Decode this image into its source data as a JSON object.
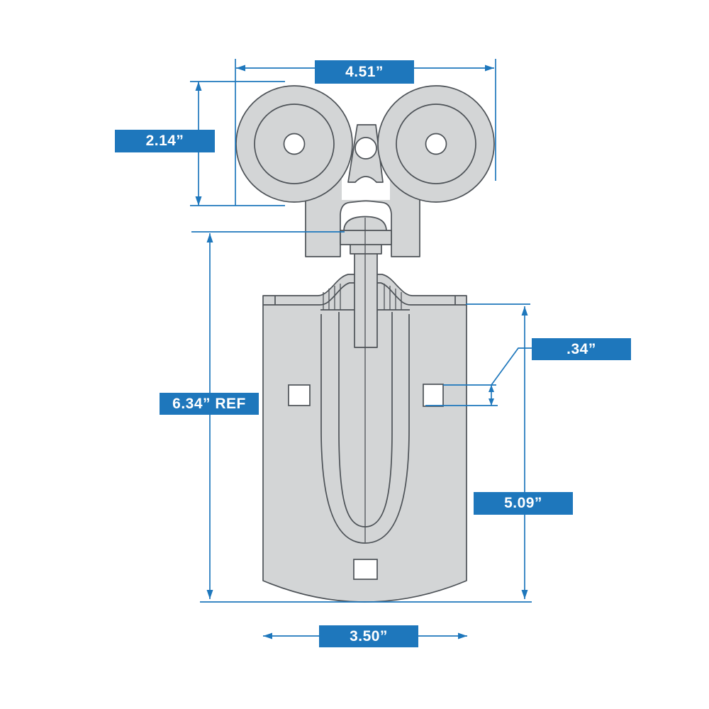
{
  "colors": {
    "accent_blue": "#1e77bc",
    "part_fill": "#d3d5d6",
    "part_outline": "#4d5257",
    "label_text": "#ffffff",
    "page_bg": "#ffffff"
  },
  "dims": {
    "top_width": "4.51”",
    "roller_height": "2.14”",
    "overall_height_ref": "6.34” REF",
    "side_hole": ".34”",
    "plate_height": "5.09”",
    "plate_width": "3.50”"
  }
}
